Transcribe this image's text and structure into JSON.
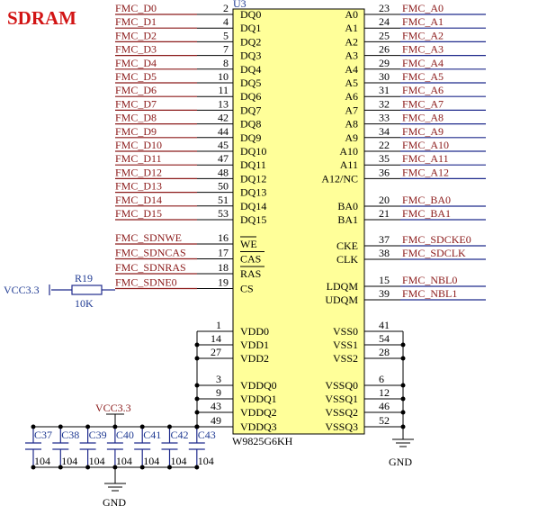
{
  "title": "SDRAM",
  "chip": {
    "refdes": "U3",
    "part": "W9825G6KH",
    "left_dq": [
      {
        "pin": "2",
        "name": "DQ0",
        "net": "FMC_D0"
      },
      {
        "pin": "4",
        "name": "DQ1",
        "net": "FMC_D1"
      },
      {
        "pin": "5",
        "name": "DQ2",
        "net": "FMC_D2"
      },
      {
        "pin": "7",
        "name": "DQ3",
        "net": "FMC_D3"
      },
      {
        "pin": "8",
        "name": "DQ4",
        "net": "FMC_D4"
      },
      {
        "pin": "10",
        "name": "DQ5",
        "net": "FMC_D5"
      },
      {
        "pin": "11",
        "name": "DQ6",
        "net": "FMC_D6"
      },
      {
        "pin": "13",
        "name": "DQ7",
        "net": "FMC_D7"
      },
      {
        "pin": "42",
        "name": "DQ8",
        "net": "FMC_D8"
      },
      {
        "pin": "44",
        "name": "DQ9",
        "net": "FMC_D9"
      },
      {
        "pin": "45",
        "name": "DQ10",
        "net": "FMC_D10"
      },
      {
        "pin": "47",
        "name": "DQ11",
        "net": "FMC_D11"
      },
      {
        "pin": "48",
        "name": "DQ12",
        "net": "FMC_D12"
      },
      {
        "pin": "50",
        "name": "DQ13",
        "net": "FMC_D13"
      },
      {
        "pin": "51",
        "name": "DQ14",
        "net": "FMC_D14"
      },
      {
        "pin": "53",
        "name": "DQ15",
        "net": "FMC_D15"
      }
    ],
    "left_ctrl": [
      {
        "pin": "16",
        "name": "WE",
        "net": "FMC_SDNWE"
      },
      {
        "pin": "17",
        "name": "CAS",
        "net": "FMC_SDNCAS"
      },
      {
        "pin": "18",
        "name": "RAS",
        "net": "FMC_SDNRAS"
      },
      {
        "pin": "19",
        "name": "CS",
        "net": "FMC_SDNE0"
      }
    ],
    "right_addr": [
      {
        "pin": "23",
        "name": "A0",
        "net": "FMC_A0"
      },
      {
        "pin": "24",
        "name": "A1",
        "net": "FMC_A1"
      },
      {
        "pin": "25",
        "name": "A2",
        "net": "FMC_A2"
      },
      {
        "pin": "26",
        "name": "A3",
        "net": "FMC_A3"
      },
      {
        "pin": "29",
        "name": "A4",
        "net": "FMC_A4"
      },
      {
        "pin": "30",
        "name": "A5",
        "net": "FMC_A5"
      },
      {
        "pin": "31",
        "name": "A6",
        "net": "FMC_A6"
      },
      {
        "pin": "32",
        "name": "A7",
        "net": "FMC_A7"
      },
      {
        "pin": "33",
        "name": "A8",
        "net": "FMC_A8"
      },
      {
        "pin": "34",
        "name": "A9",
        "net": "FMC_A9"
      },
      {
        "pin": "22",
        "name": "A10",
        "net": "FMC_A10"
      },
      {
        "pin": "35",
        "name": "A11",
        "net": "FMC_A11"
      },
      {
        "pin": "36",
        "name": "A12/NC",
        "net": "FMC_A12"
      }
    ],
    "right_bank": [
      {
        "pin": "20",
        "name": "BA0",
        "net": "FMC_BA0"
      },
      {
        "pin": "21",
        "name": "BA1",
        "net": "FMC_BA1"
      }
    ],
    "right_clk": [
      {
        "pin": "37",
        "name": "CKE",
        "net": "FMC_SDCKE0"
      },
      {
        "pin": "38",
        "name": "CLK",
        "net": "FMC_SDCLK"
      }
    ],
    "right_dqm": [
      {
        "pin": "15",
        "name": "LDQM",
        "net": "FMC_NBL0"
      },
      {
        "pin": "39",
        "name": "UDQM",
        "net": "FMC_NBL1"
      }
    ],
    "power_left": [
      {
        "pin": "1",
        "name": "VDD0"
      },
      {
        "pin": "14",
        "name": "VDD1"
      },
      {
        "pin": "27",
        "name": "VDD2"
      },
      {
        "pin": "3",
        "name": "VDDQ0"
      },
      {
        "pin": "9",
        "name": "VDDQ1"
      },
      {
        "pin": "43",
        "name": "VDDQ2"
      },
      {
        "pin": "49",
        "name": "VDDQ3"
      }
    ],
    "power_right": [
      {
        "pin": "41",
        "name": "VSS0"
      },
      {
        "pin": "54",
        "name": "VSS1"
      },
      {
        "pin": "28",
        "name": "VSS2"
      },
      {
        "pin": "6",
        "name": "VSSQ0"
      },
      {
        "pin": "12",
        "name": "VSSQ1"
      },
      {
        "pin": "46",
        "name": "VSSQ2"
      },
      {
        "pin": "52",
        "name": "VSSQ3"
      }
    ]
  },
  "resistor": {
    "refdes": "R19",
    "value": "10K",
    "supply": "VCC3.3"
  },
  "caps": {
    "supply": "VCC3.3",
    "ground": "GND",
    "items": [
      {
        "refdes": "C37",
        "value": "104"
      },
      {
        "refdes": "C38",
        "value": "104"
      },
      {
        "refdes": "C39",
        "value": "104"
      },
      {
        "refdes": "C40",
        "value": "104"
      },
      {
        "refdes": "C41",
        "value": "104"
      },
      {
        "refdes": "C42",
        "value": "104"
      },
      {
        "refdes": "C43",
        "value": "104"
      }
    ]
  },
  "gnd_right": "GND"
}
